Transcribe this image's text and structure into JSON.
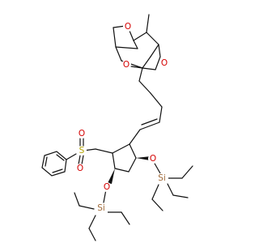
{
  "colors": {
    "bond": "#111111",
    "oxygen": "#d40000",
    "sulfur": "#b3a300",
    "silicon": "#a06b3a",
    "background": "#ffffff"
  },
  "atoms": {
    "o_cage_top": "O",
    "o_cage_left": "O",
    "o_cage_right": "O",
    "o_sulfonyl_top": "O",
    "o_sulfonyl_bottom": "O",
    "s_sulfonyl": "S",
    "o_silyl_right": "O",
    "si_right": "Si",
    "o_silyl_left": "O",
    "si_left": "Si"
  }
}
